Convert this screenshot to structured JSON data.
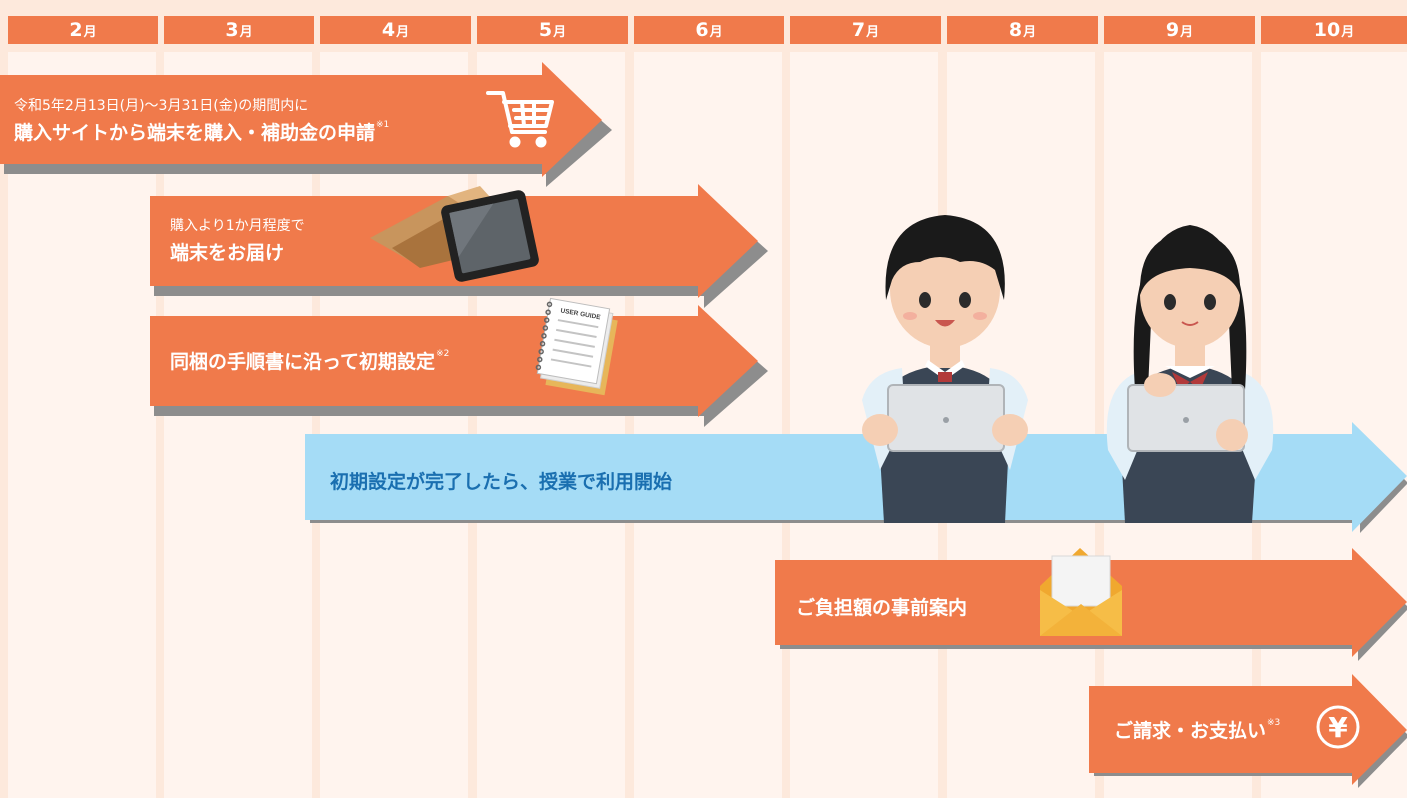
{
  "months": [
    "2",
    "3",
    "4",
    "5",
    "6",
    "7",
    "8",
    "9",
    "10"
  ],
  "month_unit": "月",
  "steps": [
    {
      "small": "令和5年2月13日(月)～3月31日(金)の期間内に",
      "main": "購入サイトから端末を購入・補助金の申請",
      "note": "※1",
      "icon": "shopping-cart-icon"
    },
    {
      "small": "購入より1か月程度で",
      "main": "端末をお届け",
      "icon": "tablet-in-box-icon"
    },
    {
      "main": "同梱の手順書に沿って初期設定",
      "note": "※2",
      "icon": "user-guide-icon",
      "icon_label": "USER GUIDE"
    },
    {
      "main": "初期設定が完了したら、授業で利用開始",
      "icon": "students-with-tablets-icon"
    },
    {
      "main": "ご負担額の事前案内",
      "icon": "envelope-icon"
    },
    {
      "main": "ご請求・お支払い",
      "note": "※3",
      "icon": "yen-icon",
      "icon_label": "¥"
    }
  ],
  "colors": {
    "orange": "#f07a4b",
    "blue": "#a5dcf6",
    "blue_text": "#1a6fb0",
    "shadow": "#8d8d8d",
    "background": "#fde9dc",
    "column": "#fff4ee"
  }
}
